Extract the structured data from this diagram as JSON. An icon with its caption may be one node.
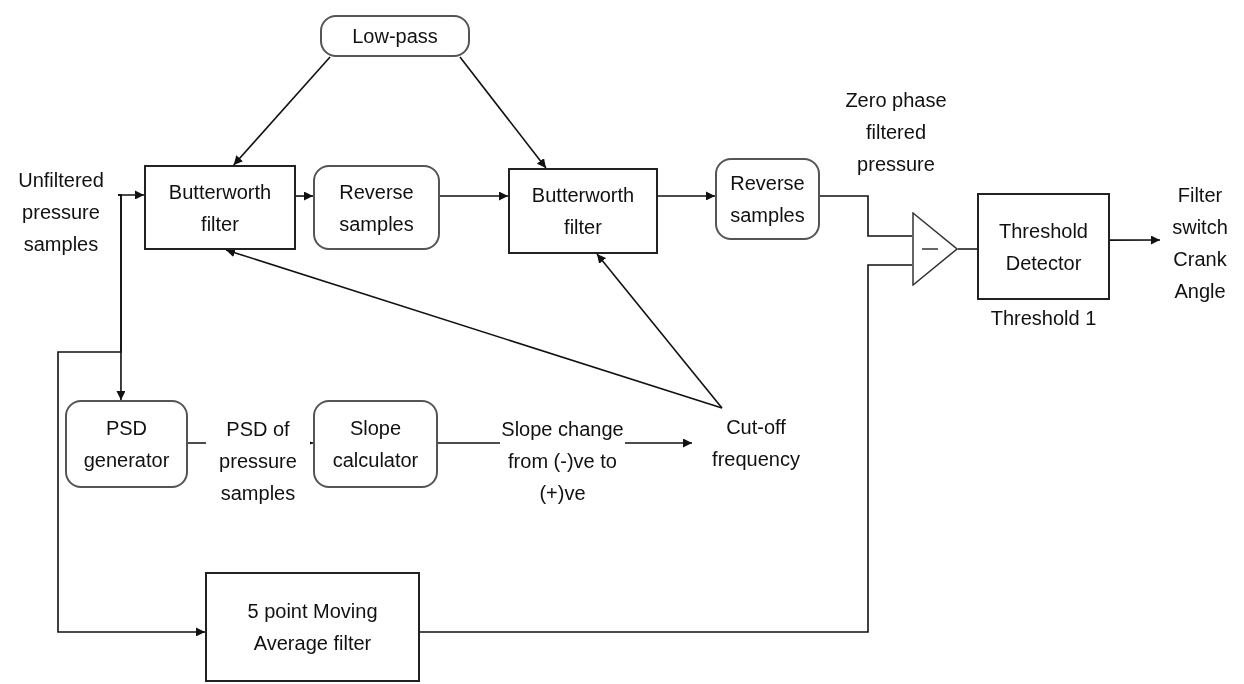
{
  "diagram": {
    "nodes": [
      {
        "text": [
          "Low-pass"
        ]
      },
      {
        "text": [
          "Unfiltered pressure samples"
        ]
      },
      {
        "text": [
          "Butterworth filter"
        ]
      },
      {
        "text": [
          "Reverse samples"
        ]
      },
      {
        "text": [
          "Butterworth filter"
        ]
      },
      {
        "text": [
          "Reverse samples"
        ]
      },
      {
        "text": [],
        "shape": "triangle"
      },
      {
        "text": [
          "Threshold Detector"
        ],
        "beside": [
          "Threshold 1"
        ]
      },
      {
        "text": [
          "Filter switch Crank Angle"
        ]
      },
      {
        "text": [
          "PSD generator"
        ]
      },
      {
        "text": [
          "Slope calculator"
        ]
      },
      {
        "text": [
          "Cut-off frequency"
        ]
      },
      {
        "text": [
          "5 point Moving Average filter"
        ]
      }
    ],
    "edges": [
      {
        "from": 0,
        "to": 2,
        "arrow": "to"
      },
      {
        "from": 0,
        "to": 4,
        "arrow": "to"
      },
      {
        "from": 1,
        "to": 2,
        "arrow": "to"
      },
      {
        "from": 1,
        "to": 9,
        "arrow": "to"
      },
      {
        "from": 1,
        "to": 12,
        "arrow": "to"
      },
      {
        "from": 2,
        "to": 3,
        "arrow": "to"
      },
      {
        "from": 3,
        "to": 4,
        "arrow": "to"
      },
      {
        "from": 4,
        "to": 5,
        "arrow": "to"
      },
      {
        "from": 5,
        "to": 6,
        "arrow": "none",
        "label": "Zero phase filtered pressure"
      },
      {
        "from": 6,
        "to": 7,
        "arrow": "none"
      },
      {
        "from": 7,
        "to": 8,
        "arrow": "to"
      },
      {
        "from": 9,
        "to": 10,
        "arrow": "to",
        "label": "PSD of pressure samples"
      },
      {
        "from": 10,
        "to": 11,
        "arrow": "to",
        "label": "Slope change from (-)ve to (+)ve"
      },
      {
        "from": 11,
        "to": 2,
        "arrow": "to"
      },
      {
        "from": 11,
        "to": 4,
        "arrow": "to"
      },
      {
        "from": 12,
        "to": 6,
        "arrow": "none"
      }
    ]
  }
}
